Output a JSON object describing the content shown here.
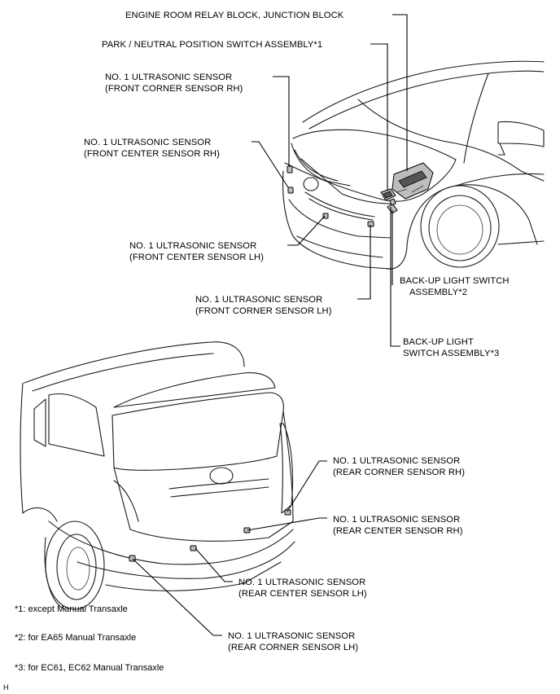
{
  "labels": {
    "relay_block": "ENGINE ROOM RELAY BLOCK, JUNCTION BLOCK",
    "pnp_switch": "PARK / NEUTRAL POSITION SWITCH ASSEMBLY*1",
    "front_corner_rh": [
      "NO. 1 ULTRASONIC SENSOR",
      "(FRONT CORNER SENSOR RH)"
    ],
    "front_center_rh": [
      "NO. 1 ULTRASONIC SENSOR",
      "(FRONT CENTER SENSOR RH)"
    ],
    "front_center_lh": [
      "NO. 1 ULTRASONIC SENSOR",
      "(FRONT CENTER SENSOR LH)"
    ],
    "front_corner_lh": [
      "NO. 1 ULTRASONIC SENSOR",
      "(FRONT CORNER SENSOR LH)"
    ],
    "backup_switch_2": [
      "BACK-UP LIGHT SWITCH",
      "ASSEMBLY*2"
    ],
    "backup_switch_3": [
      "BACK-UP LIGHT",
      "SWITCH ASSEMBLY*3"
    ],
    "rear_corner_rh": [
      "NO. 1 ULTRASONIC SENSOR",
      "(REAR CORNER SENSOR RH)"
    ],
    "rear_center_rh": [
      "NO. 1 ULTRASONIC SENSOR",
      "(REAR CENTER SENSOR RH)"
    ],
    "rear_center_lh": [
      "NO. 1 ULTRASONIC SENSOR",
      "(REAR CENTER SENSOR LH)"
    ],
    "rear_corner_lh": [
      "NO. 1 ULTRASONIC SENSOR",
      "(REAR CORNER SENSOR LH)"
    ]
  },
  "notes": [
    "*1: except Manual Transaxle",
    "*2: for EA65 Manual Transaxle",
    "*3: for EC61, EC62 Manual Transaxle"
  ],
  "corner_mark": "H"
}
